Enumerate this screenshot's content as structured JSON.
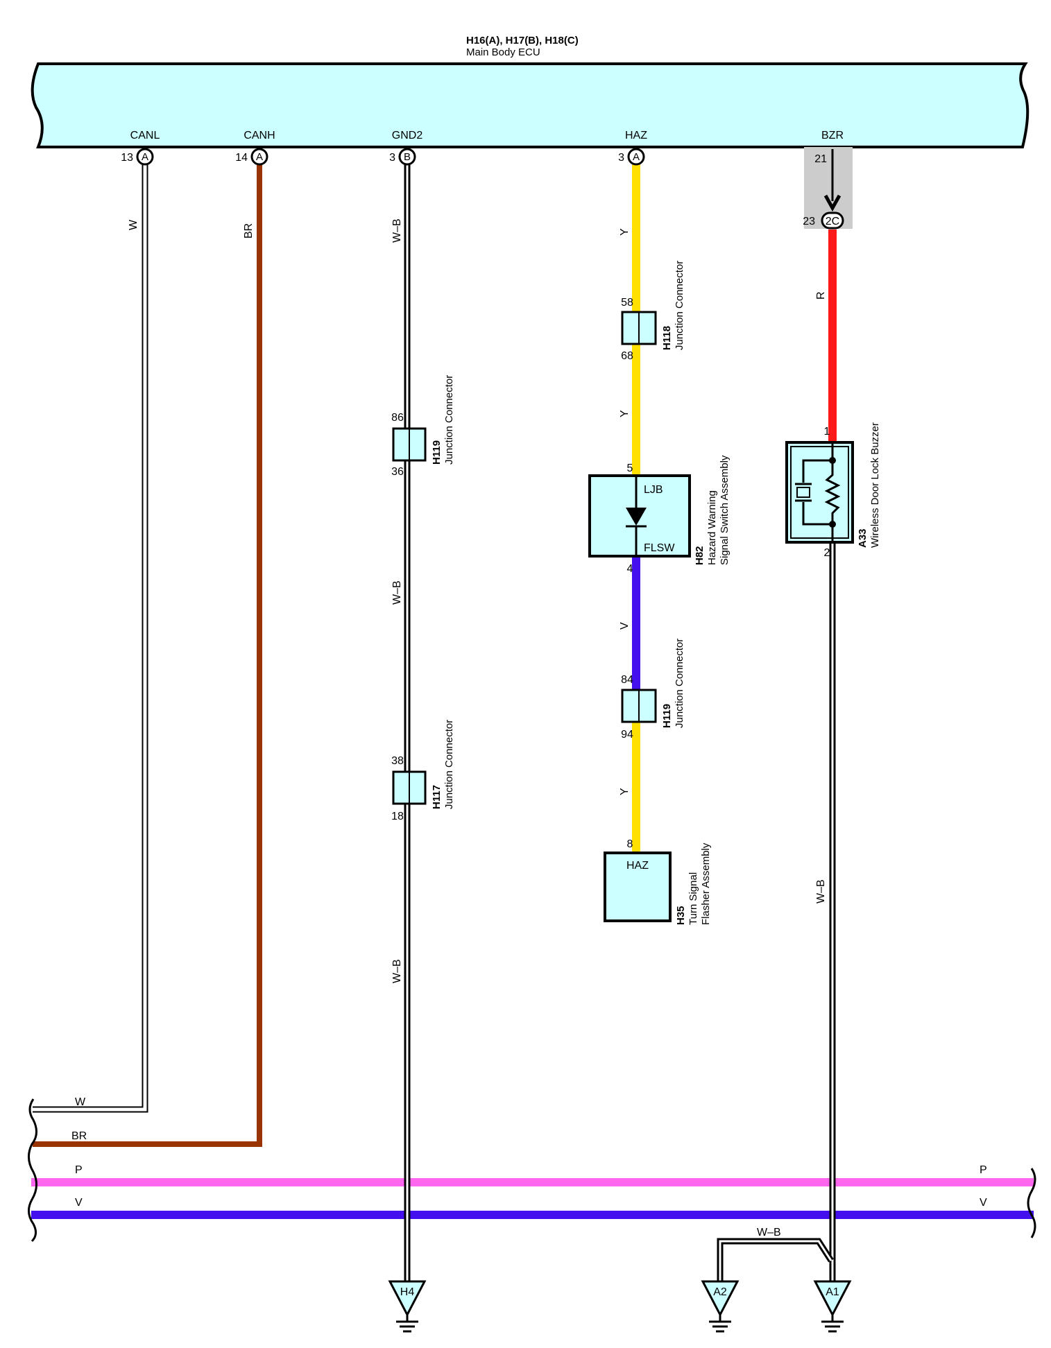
{
  "ecu": {
    "connectors": "H16(A), H17(B), H18(C)",
    "name": "Main Body ECU",
    "pins": [
      {
        "label": "CANL",
        "num": "13",
        "conn": "A"
      },
      {
        "label": "CANH",
        "num": "14",
        "conn": "A"
      },
      {
        "label": "GND2",
        "num": "3",
        "conn": "B"
      },
      {
        "label": "HAZ",
        "num": "3",
        "conn": "A"
      },
      {
        "label": "BZR",
        "num": "21",
        "conn": ""
      }
    ]
  },
  "colors": {
    "ecu_fill": "#ccffff",
    "white_wire": "#ffffff",
    "brown": "#993300",
    "yellow": "#ffe000",
    "red": "#ff1a1a",
    "violet": "#4411ee",
    "pink": "#ff66ee",
    "shade": "#cccccc"
  },
  "wires": {
    "canl": "W",
    "canh": "BR",
    "gnd2_a": "W–B",
    "gnd2_b": "W–B",
    "gnd2_c": "W–B",
    "haz_a": "Y",
    "haz_b": "Y",
    "haz_c": "V",
    "haz_d": "Y",
    "bzr_a": "R",
    "bzr_b": "W–B",
    "a2_jump": "W–B",
    "bottom_w": "W",
    "bottom_br": "BR",
    "bus_p_left": "P",
    "bus_p_right": "P",
    "bus_v_left": "V",
    "bus_v_right": "V"
  },
  "inline_connector": {
    "num": "23",
    "id": "2C"
  },
  "components": {
    "h118": {
      "code": "H118",
      "name": "Junction Connector",
      "pin_top": "58",
      "pin_bottom": "68"
    },
    "h119_gnd": {
      "code": "H119",
      "name": "Junction Connector",
      "pin_top": "86",
      "pin_bottom": "36"
    },
    "h117": {
      "code": "H117",
      "name": "Junction Connector",
      "pin_top": "38",
      "pin_bottom": "18"
    },
    "h119_haz": {
      "code": "H119",
      "name": "Junction Connector",
      "pin_top": "84",
      "pin_bottom": "94"
    },
    "h82": {
      "code": "H82",
      "name1": "Hazard Warning",
      "name2": "Signal Switch Assembly",
      "pin_top": "5",
      "pin_bottom": "4",
      "label_top": "LJB",
      "label_bottom": "FLSW"
    },
    "h35": {
      "code": "H35",
      "name1": "Turn Signal",
      "name2": "Flasher Assembly",
      "pin_top": "8",
      "label": "HAZ"
    },
    "a33": {
      "code": "A33",
      "name": "Wireless Door Lock Buzzer",
      "pin_top": "1",
      "pin_bottom": "2"
    }
  },
  "grounds": [
    "H4",
    "A2",
    "A1"
  ]
}
